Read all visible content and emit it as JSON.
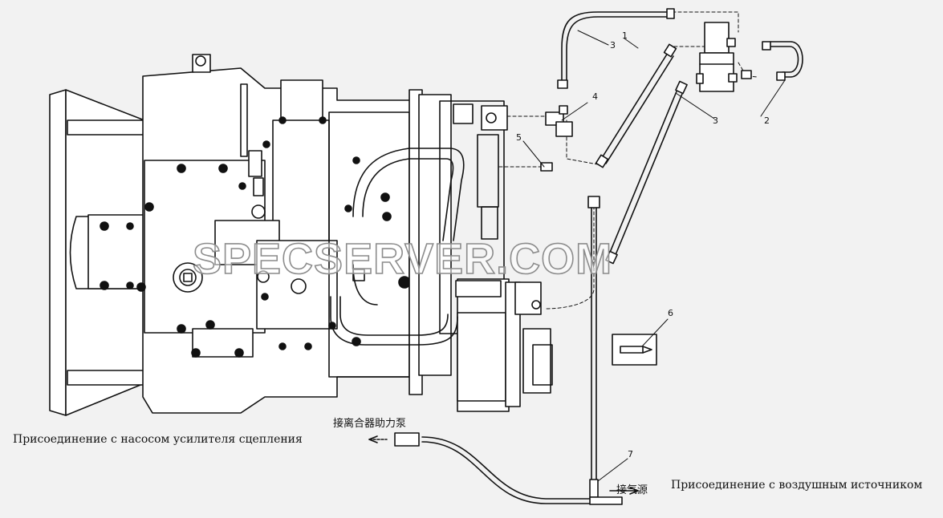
{
  "watermark": "SPECSERVER.COM",
  "captions": {
    "clutch_pump": "Присоединение с насосом усилителя сцепления",
    "air_source": "Присоединение с воздушным источником"
  },
  "chinese_labels": {
    "clutch_pump": "接离合器助力泵",
    "air_source": "接气源"
  },
  "callouts": {
    "c1": "1",
    "c2": "2",
    "c3a": "3",
    "c3b": "3",
    "c4": "4",
    "c5": "5",
    "c6": "6",
    "c7": "7"
  },
  "colors": {
    "background": "#f2f2f2",
    "line": "#111111",
    "watermark_outline": "#8c8c8c"
  }
}
